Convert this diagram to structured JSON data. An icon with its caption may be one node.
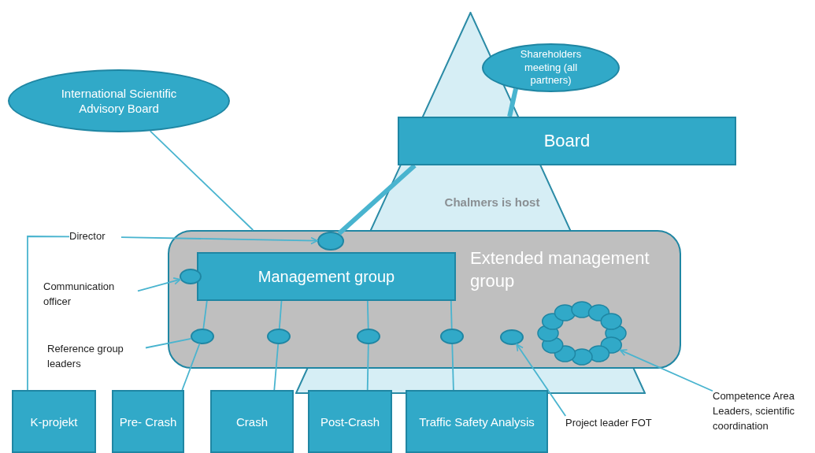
{
  "diagram": {
    "nodes": [
      {
        "text": [
          "Shareholders meeting (all partners)"
        ]
      },
      {
        "text": [
          "International Scientific Advisory Board"
        ]
      },
      {
        "text": [
          "Board"
        ]
      },
      {
        "text": [
          "Extended management group"
        ]
      },
      {
        "text": [
          "Management group"
        ],
        "in": 3
      },
      {
        "text": [],
        "shape": "circle",
        "in": 3
      },
      {
        "text": [],
        "shape": "circle",
        "in": 3
      },
      {
        "text": [],
        "shape": "circle",
        "in": 3
      },
      {
        "text": [],
        "shape": "circle",
        "in": 3
      },
      {
        "text": [],
        "shape": "circle",
        "in": 3
      },
      {
        "text": [],
        "shape": "circle",
        "in": 3
      },
      {
        "text": [],
        "shape": "circle",
        "in": 3
      },
      {
        "text": [],
        "shape": "circle",
        "in": 3
      },
      {
        "text": [
          "Director"
        ]
      },
      {
        "text": [
          "Communication officer"
        ]
      },
      {
        "text": [
          "Reference group leaders"
        ]
      },
      {
        "text": [
          "Project leader FOT"
        ]
      },
      {
        "text": [
          "Competence Area Leaders, scientific coordination"
        ]
      },
      {
        "text": [
          "K-projekt"
        ]
      },
      {
        "text": [
          "Pre- Crash"
        ]
      },
      {
        "text": [
          "Crash"
        ]
      },
      {
        "text": [
          "Post-Crash"
        ]
      },
      {
        "text": [
          "Traffic Safety Analysis"
        ]
      }
    ],
    "edges": [
      {
        "from": 0,
        "to": 2,
        "arrow": "none",
        "style": "thick"
      },
      {
        "from": 2,
        "to": 5,
        "arrow": "none",
        "style": "thick"
      },
      {
        "from": 1,
        "to": 3,
        "arrow": "none"
      },
      {
        "from": 13,
        "to": 5,
        "arrow": "to"
      },
      {
        "from": 14,
        "to": 6,
        "arrow": "to"
      },
      {
        "from": 15,
        "to": 7,
        "arrow": "none"
      },
      {
        "from": 18,
        "to": 13,
        "arrow": "none"
      },
      {
        "from": 4,
        "to": 7,
        "arrow": "none"
      },
      {
        "from": 4,
        "to": 8,
        "arrow": "none"
      },
      {
        "from": 4,
        "to": 9,
        "arrow": "none"
      },
      {
        "from": 4,
        "to": 10,
        "arrow": "none"
      },
      {
        "from": 7,
        "to": 19,
        "arrow": "none"
      },
      {
        "from": 8,
        "to": 20,
        "arrow": "none"
      },
      {
        "from": 9,
        "to": 21,
        "arrow": "none"
      },
      {
        "from": 10,
        "to": 22,
        "arrow": "none"
      },
      {
        "from": 16,
        "to": 11,
        "arrow": "to"
      },
      {
        "from": 17,
        "to": 12,
        "arrow": "to"
      }
    ],
    "labels": [
      "Chalmers is host"
    ]
  }
}
